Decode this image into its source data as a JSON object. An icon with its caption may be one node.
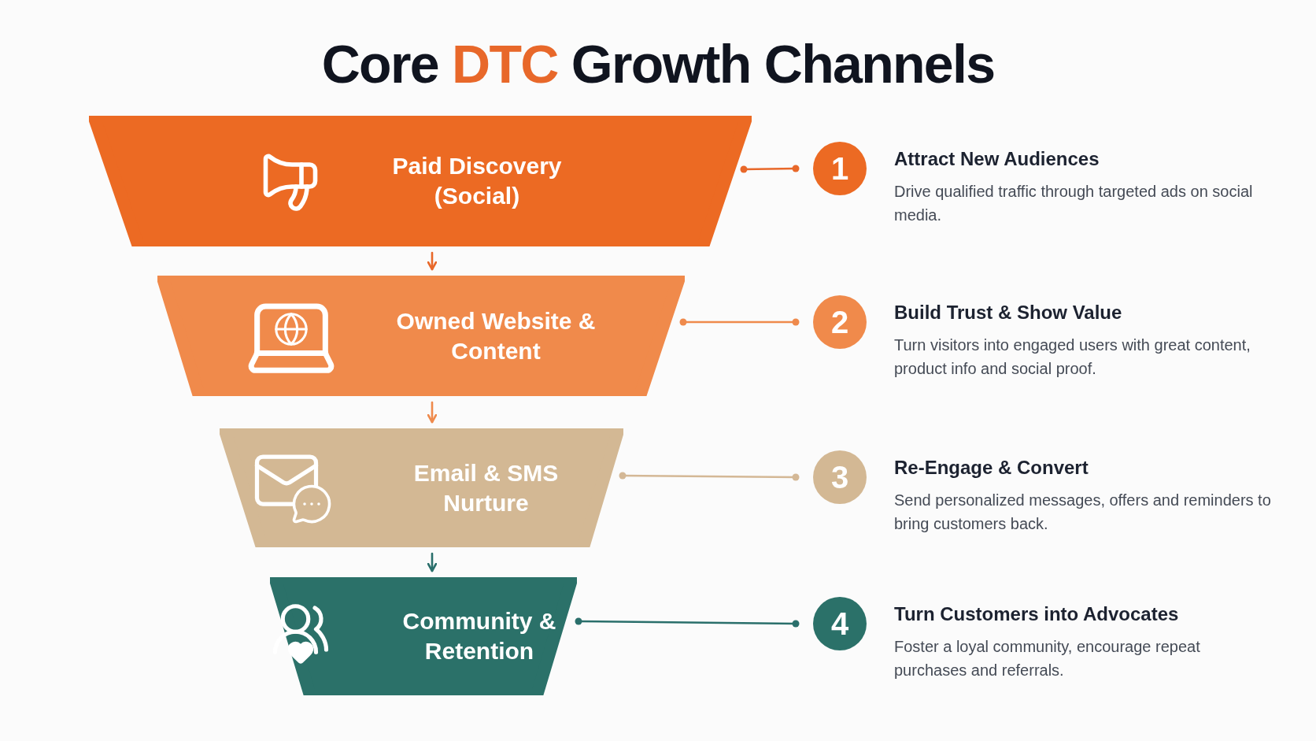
{
  "diagram": {
    "title": "Core **DTC** Growth Channels",
    "nodes": [
      {
        "text": [
          "Paid Discovery (Social)"
        ]
      },
      {
        "text": [
          "Owned Website & Content"
        ]
      },
      {
        "text": [
          "Email & SMS Nurture"
        ]
      },
      {
        "text": [
          "Community & Retention"
        ]
      },
      {
        "text": [
          "1"
        ],
        "beside": [
          "Attract New Audiences",
          "Drive qualified traffic through targeted ads on social media."
        ]
      },
      {
        "text": [
          "2"
        ],
        "beside": [
          "Build Trust & Show Value",
          "Turn visitors into engaged users with great content, product info and social proof."
        ]
      },
      {
        "text": [
          "3"
        ],
        "beside": [
          "Re-Engage & Convert",
          "Send personalized messages, offers and reminders to bring customers back."
        ]
      },
      {
        "text": [
          "4"
        ],
        "beside": [
          "Turn Customers into Advocates",
          "Foster a loyal community, encourage repeat purchases and referrals."
        ]
      }
    ],
    "edges": [
      {
        "from": 0,
        "to": 1,
        "arrow": "to",
        "color": "#e8682a"
      },
      {
        "from": 1,
        "to": 2,
        "arrow": "to",
        "color": "#ef8a4c"
      },
      {
        "from": 2,
        "to": 3,
        "arrow": "to",
        "color": "#2a6f6b"
      },
      {
        "from": 0,
        "to": 4,
        "arrow": "other",
        "color": "#e8682a"
      },
      {
        "from": 1,
        "to": 5,
        "arrow": "other",
        "color": "#ef8a4c"
      },
      {
        "from": 2,
        "to": 6,
        "arrow": "other",
        "color": "#d4b896"
      },
      {
        "from": 3,
        "to": 7,
        "arrow": "other",
        "color": "#2a6f6b"
      }
    ]
  }
}
